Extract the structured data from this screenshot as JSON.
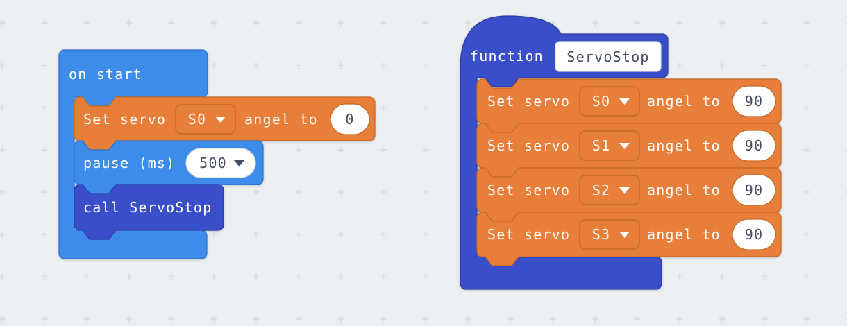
{
  "canvas": {
    "bg": "#eceff1",
    "cross_color": "#d6dadd"
  },
  "palette": {
    "light_blue": "#3d8ce9",
    "light_blue_border": "#2e73c9",
    "dark_blue": "#3b4ec9",
    "dark_blue_border": "#2c3ba6",
    "orange": "#e77e3a",
    "orange_border": "#c46a24",
    "field_bg": "#ffffff",
    "field_border_light": "#d8dce0",
    "field_text": "#444e5e",
    "white_text": "#ffffff"
  },
  "workspace": {
    "on_start": {
      "title": "on start",
      "set_servo": {
        "prefix": "Set servo",
        "servo": "S0",
        "suffix": "angel to",
        "angle": "0"
      },
      "pause": {
        "label": "pause (ms)",
        "duration": "500"
      },
      "call": {
        "label": "call ServoStop"
      }
    },
    "function_def": {
      "keyword": "function",
      "name": "ServoStop",
      "rows": [
        {
          "prefix": "Set servo",
          "servo": "S0",
          "suffix": "angel to",
          "angle": "90"
        },
        {
          "prefix": "Set servo",
          "servo": "S1",
          "suffix": "angel to",
          "angle": "90"
        },
        {
          "prefix": "Set servo",
          "servo": "S2",
          "suffix": "angel to",
          "angle": "90"
        },
        {
          "prefix": "Set servo",
          "servo": "S3",
          "suffix": "angel to",
          "angle": "90"
        }
      ]
    }
  }
}
